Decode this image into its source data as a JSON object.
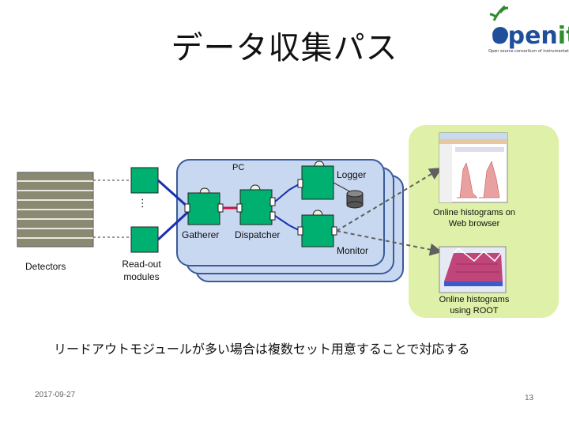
{
  "slide": {
    "title": "データ収集パス",
    "caption": "リードアウトモジュールが多い場合は複数セット用意することで対応する",
    "date": "2017-09-27",
    "page_number": "13"
  },
  "logo": {
    "word_main": "open",
    "word_accent": "it",
    "tagline": "Open source consortium of instrumentation",
    "colors": {
      "main": "#1f4f9a",
      "accent": "#2e8b2e"
    }
  },
  "diagram": {
    "detectors_label": "Detectors",
    "readout_label": "Read-out modules",
    "ellipsis": "…",
    "pc_label": "PC",
    "gatherer_label": "Gatherer",
    "dispatcher_label": "Dispatcher",
    "logger_label": "Logger",
    "monitor_label": "Monitor",
    "web_label": "Online histograms on Web browser",
    "root_label": "Online histograms using ROOT",
    "colors": {
      "module_fill": "#00b070",
      "pc_fill": "#c8d8f0",
      "panel_fill": "#dff0a8",
      "link_blue": "#1a2fb0",
      "link_red": "#d01040",
      "arrow": "#606060"
    }
  }
}
